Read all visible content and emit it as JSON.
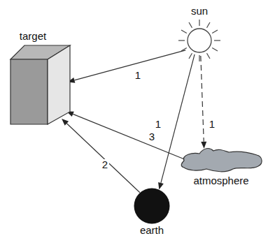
{
  "diagram": {
    "nodes": [
      {
        "text": [
          "sun"
        ]
      },
      {
        "text": [
          "target"
        ]
      },
      {
        "text": [
          "atmosphere"
        ]
      },
      {
        "text": [
          "earth"
        ]
      }
    ],
    "edges": [
      {
        "from": 0,
        "to": 1,
        "label": "1",
        "arrow": "to"
      },
      {
        "from": 0,
        "to": 3,
        "label": "1",
        "arrow": "to"
      },
      {
        "from": 0,
        "to": 2,
        "label": "1",
        "arrow": "to"
      },
      {
        "from": 3,
        "to": 1,
        "label": "2",
        "arrow": "to"
      },
      {
        "from": 2,
        "to": 1,
        "label": "3",
        "arrow": "to"
      }
    ]
  }
}
